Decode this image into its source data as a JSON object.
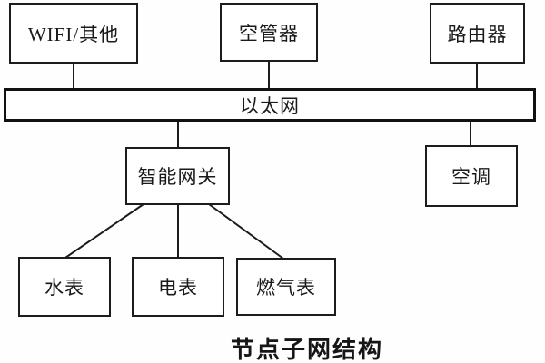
{
  "diagram": {
    "caption": "节点子网结构",
    "nodes": {
      "wifi": {
        "label": "WIFI/其他"
      },
      "controller": {
        "label": "空管器"
      },
      "router": {
        "label": "路由器"
      },
      "ethernet": {
        "label": "以太网"
      },
      "gateway": {
        "label": "智能网关"
      },
      "aircon": {
        "label": "空调"
      },
      "water": {
        "label": "水表"
      },
      "electric": {
        "label": "电表"
      },
      "gas": {
        "label": "燃气表"
      }
    },
    "colors": {
      "line": "#1c1c1c",
      "background": "#fefefe",
      "box_fill": "#ffffff"
    }
  }
}
